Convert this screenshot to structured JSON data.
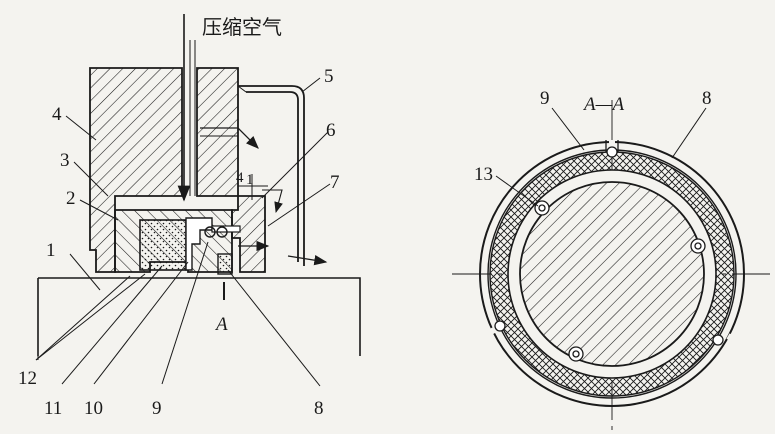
{
  "left_view": {
    "flow_label": "压缩空气",
    "section_mark": "A",
    "callout_4_1": "4",
    "callout_4_2": "1",
    "labels": {
      "p1": "1",
      "p2": "2",
      "p3": "3",
      "p4": "4",
      "p5": "5",
      "p6": "6",
      "p7": "7",
      "p8": "8",
      "p9": "9",
      "p10": "10",
      "p11": "11",
      "p12": "12"
    }
  },
  "right_view": {
    "section_title": "A—A",
    "labels": {
      "p8": "8",
      "p9": "9",
      "p13": "13"
    }
  },
  "colors": {
    "ink": "#1a1a1a",
    "paper": "#f4f3ef",
    "packing": "#d8d6cf"
  }
}
